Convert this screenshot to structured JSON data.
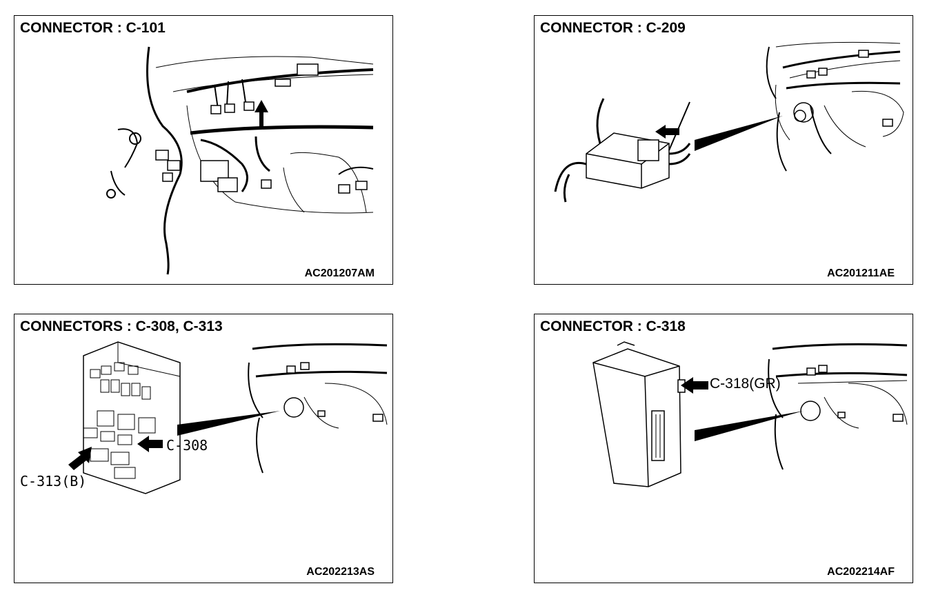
{
  "panels": [
    {
      "title": "CONNECTOR : C-101",
      "code": "AC201207AM"
    },
    {
      "title": "CONNECTOR : C-209",
      "code": "AC201211AE"
    },
    {
      "title": "CONNECTORS : C-308, C-313",
      "code": "AC202213AS",
      "callouts": [
        "C-308",
        "C-313(B)"
      ]
    },
    {
      "title": "CONNECTOR : C-318",
      "code": "AC202214AF",
      "callouts": [
        "C-318(GR)"
      ]
    }
  ]
}
